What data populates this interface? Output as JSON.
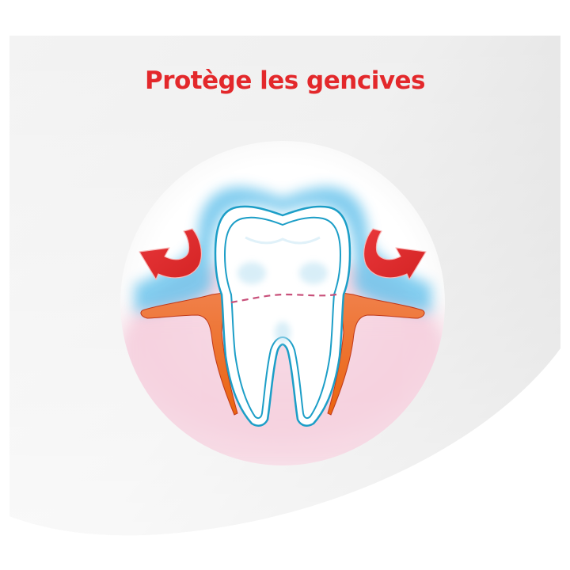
{
  "headline": {
    "text": "Protège les gencives",
    "color": "#e3282b"
  },
  "illustration": {
    "subject": "molar tooth with protected gums",
    "elements": [
      {
        "name": "tooth",
        "color": "#ffffff",
        "outline": "#1c9ec7"
      },
      {
        "name": "protective-glow",
        "color": "#6cc4ec"
      },
      {
        "name": "gum",
        "color": "#ee6a1a"
      },
      {
        "name": "gum-tissue-background",
        "color": "#f7d3e0"
      },
      {
        "name": "gumline-dashed",
        "color": "#c8507a"
      },
      {
        "name": "arrow-left",
        "direction": "up-left",
        "color": "#e02a2a"
      },
      {
        "name": "arrow-right",
        "direction": "up-right",
        "color": "#e02a2a"
      }
    ]
  },
  "background": {
    "panel_color": "#e9e9e9",
    "circle_color": "#ffffff"
  }
}
